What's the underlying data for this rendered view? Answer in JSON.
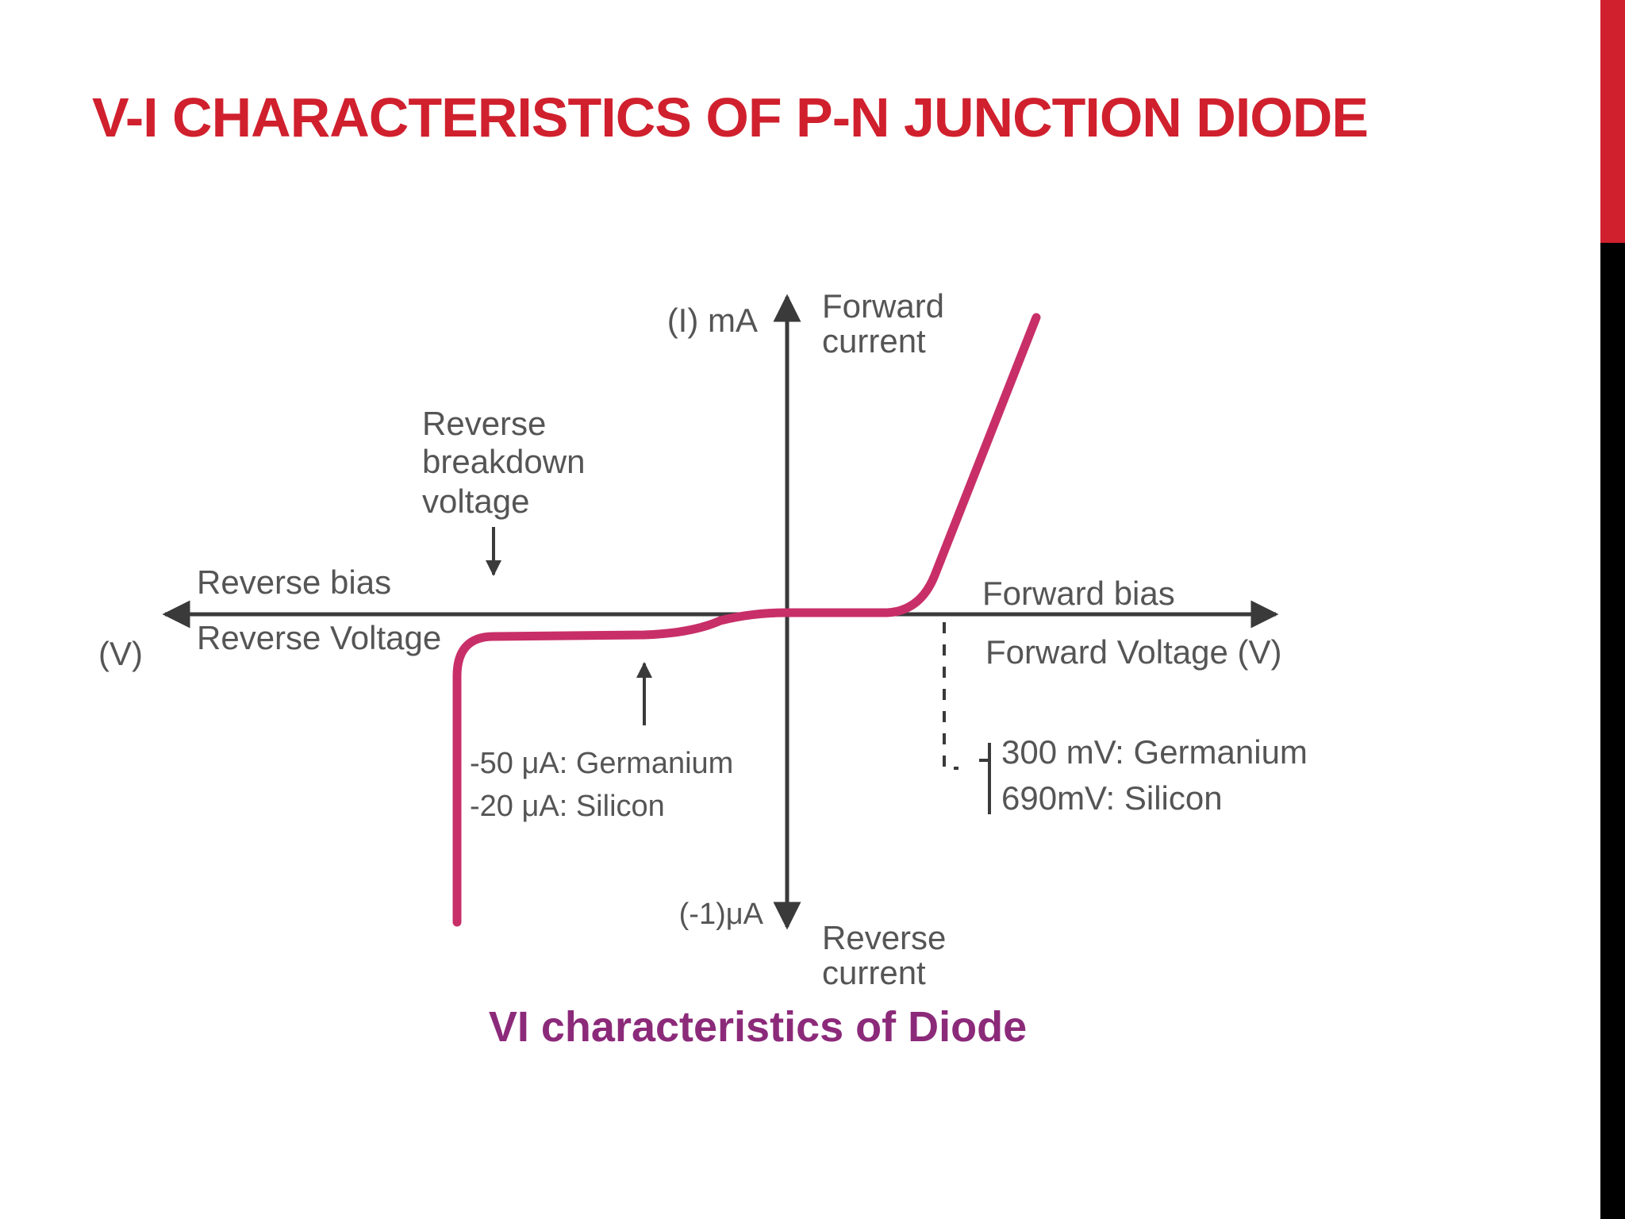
{
  "slide": {
    "title": "V-I CHARACTERISTICS OF P-N JUNCTION DIODE"
  },
  "colors": {
    "title": "#d0202e",
    "accent_bar_top": "#d0202e",
    "accent_bar_bottom": "#000000",
    "curve": "#c82f68",
    "axes": "#3a3a3a",
    "label_text": "#555555",
    "caption": "#8c2a7a"
  },
  "diagram": {
    "caption": "VI characteristics of Diode",
    "y_axis": {
      "top_label": "(I) mA",
      "bottom_label": "(-1)μA",
      "top_desc_line1": "Forward",
      "top_desc_line2": "current",
      "bottom_desc_line1": "Reverse",
      "bottom_desc_line2": "current"
    },
    "x_axis": {
      "left_unit": "(V)",
      "left_upper": "Reverse bias",
      "left_lower": "Reverse Voltage",
      "right_upper": "Forward bias",
      "right_lower": "Forward Voltage (V)"
    },
    "annotations": {
      "breakdown_line1": "Reverse",
      "breakdown_line2": "breakdown",
      "breakdown_line3": "voltage",
      "leakage_line1": "-50 μA: Germanium",
      "leakage_line2": "-20 μA: Silicon",
      "knee_line1": "300 mV: Germanium",
      "knee_line2": "690mV: Silicon"
    }
  }
}
